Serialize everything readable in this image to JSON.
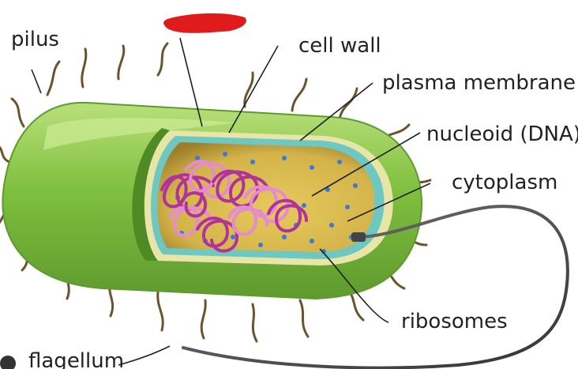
{
  "labels": {
    "pilus": "pilus",
    "cell_wall": "cell wall",
    "plasma_membrane": "plasma membrane",
    "nucleoid": "nucleoid (DNA)",
    "cytoplasm": "cytoplasm",
    "ribosomes": "ribosomes",
    "flagellum": "flagellum"
  },
  "colors": {
    "capsule_outer": "#7fbf3f",
    "capsule_highlight": "#b9e07a",
    "capsule_dark": "#5f9a2e",
    "cell_wall": "#e8e5a8",
    "plasma_membrane": "#6ec7c0",
    "cytoplasm": "#d4b44a",
    "cytoplasm_dark": "#9c7d2a",
    "ribosome": "#3a7bd5",
    "dna_primary": "#b2329c",
    "dna_secondary": "#e58ad3",
    "pilus": "#6b5330",
    "flagellum": "#555555",
    "redaction": "#e01b1b",
    "label_text": "#222222"
  },
  "redaction_mark": "red-scribble"
}
